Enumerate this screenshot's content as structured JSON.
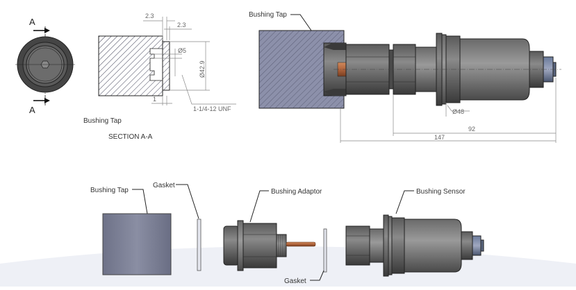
{
  "section_view": {
    "cut_label_top": "A",
    "cut_label_bottom": "A",
    "dim_top_1": "2.3",
    "dim_top_2": "2.3",
    "dim_diameter_small": "Ø5",
    "dim_diameter_large": "Ø42.9",
    "dim_bottom_1": "1",
    "thread_label": "1-1/4-12 UNF",
    "part_label": "Bushing Tap",
    "section_title": "SECTION A-A"
  },
  "assembly_view": {
    "bushing_tap_label": "Bushing Tap",
    "dim_sensor_diameter": "Ø48",
    "dim_92": "92",
    "dim_147": "147"
  },
  "exploded_view": {
    "bushing_tap_label": "Bushing Tap",
    "gasket_top_label": "Gasket",
    "bushing_adaptor_label": "Bushing Adaptor",
    "bushing_sensor_label": "Bushing Sensor",
    "gasket_bottom_label": "Gasket"
  },
  "colors": {
    "metal_dark": "#4d4d4d",
    "metal_mid": "#7a7a7a",
    "tap_blue": "#7b7f95",
    "copper": "#b0643c",
    "hatch_line": "#3d3f55"
  }
}
